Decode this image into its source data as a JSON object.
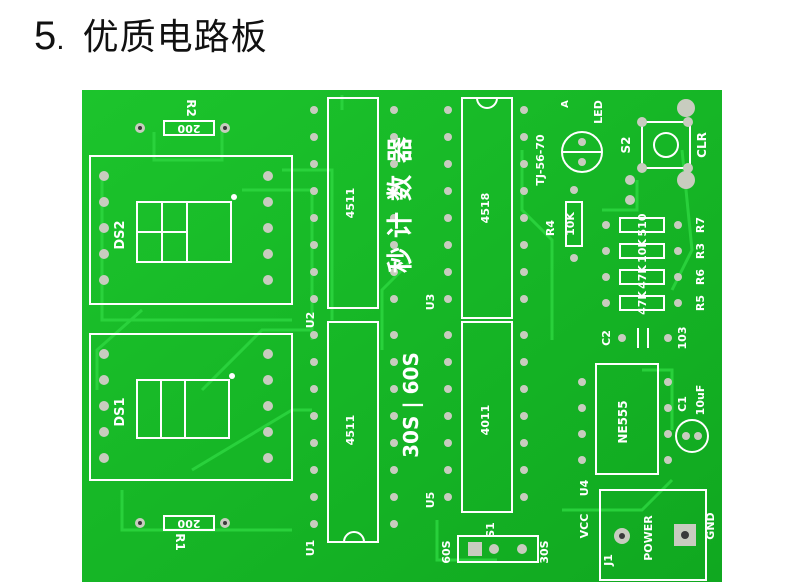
{
  "heading": {
    "number": "5",
    "dot": ".",
    "text": "优质电路板"
  },
  "board": {
    "colors": {
      "board": "#14b825",
      "trace": "#27c93a",
      "silk": "#ffffff",
      "pad": "#c8ccbf",
      "hole": "#3a3a3a"
    },
    "labels": {
      "r2": "R2",
      "r2_value": "200",
      "ds2": "DS2",
      "ds1": "DS1",
      "r1": "R1",
      "r1_value": "200",
      "u2": "U2",
      "u1": "U1",
      "ic_4511_top": "4511",
      "ic_4511_bottom": "4511",
      "title_miao": "秒",
      "title_ji": "计",
      "title_shu": "数",
      "title_qi": "器",
      "mode_text": "30S | 60S",
      "u3": "U3",
      "u5": "U5",
      "ic_4518": "4518",
      "ic_4011": "4011",
      "tj": "TJ-56-70",
      "led": "LED",
      "led_a": "A",
      "s2": "S2",
      "clr": "CLR",
      "r4": "R4",
      "r4_value": "10K",
      "res_51": "510",
      "res_10k": "10K",
      "res_47k_a": "47K",
      "res_47k_b": "47K",
      "res_refs_1": "R7",
      "res_refs_2": "R3",
      "res_refs_3": "R6",
      "res_refs_4": "R5",
      "c2": "C2",
      "c2_value": "103",
      "ne555": "NE555",
      "u4": "U4",
      "c1": "C1",
      "c1_value": "10uF",
      "s60": "60S",
      "s1": "S1",
      "s30": "30S",
      "vcc": "VCC",
      "j1": "J1",
      "power": "POWER",
      "gnd": "GND"
    }
  }
}
